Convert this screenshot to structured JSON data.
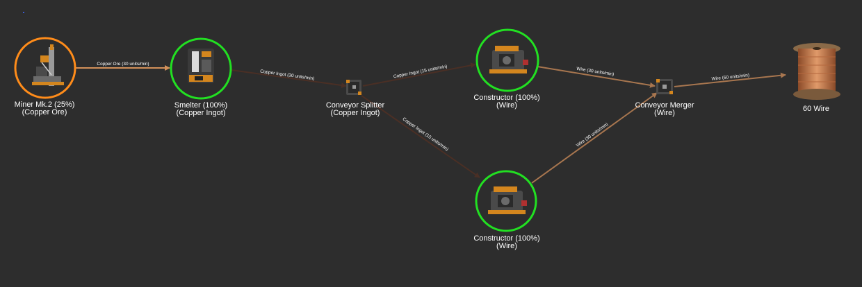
{
  "colors": {
    "background": "#2d2d2d",
    "node_ring_active": "#22e022",
    "node_ring_partial": "#ff8c1a",
    "edge_ingot": "#4a2f25",
    "edge_ore": "#d4915a",
    "edge_wire": "#a8764f",
    "label_text": "#ffffff"
  },
  "nodes": {
    "miner": {
      "icon": "miner-icon",
      "line1": "Miner Mk.2 (25%)",
      "line2": "(Copper Ore)"
    },
    "smelter": {
      "icon": "smelter-icon",
      "line1": "Smelter (100%)",
      "line2": "(Copper Ingot)"
    },
    "splitter": {
      "icon": "conveyor-splitter-icon",
      "line1": "Conveyor Splitter",
      "line2": "(Copper Ingot)"
    },
    "constructor_top": {
      "icon": "constructor-icon",
      "line1": "Constructor (100%)",
      "line2": "(Wire)"
    },
    "constructor_bottom": {
      "icon": "constructor-icon",
      "line1": "Constructor (100%)",
      "line2": "(Wire)"
    },
    "merger": {
      "icon": "conveyor-merger-icon",
      "line1": "Conveyor Merger",
      "line2": "(Wire)"
    },
    "output": {
      "icon": "wire-spool-icon",
      "line1": "60 Wire"
    }
  },
  "edges": {
    "miner_smelter": "Copper Ore (30 units/min)",
    "smelter_splitter": "Copper Ingot (30 units/min)",
    "splitter_constructor_top": "Copper Ingot (15 units/min)",
    "splitter_constructor_bottom": "Copper Ingot (15 units/min)",
    "constructor_top_merger": "Wire (30 units/min)",
    "constructor_bottom_merger": "Wire (30 units/min)",
    "merger_output": "Wire (60 units/min)"
  }
}
